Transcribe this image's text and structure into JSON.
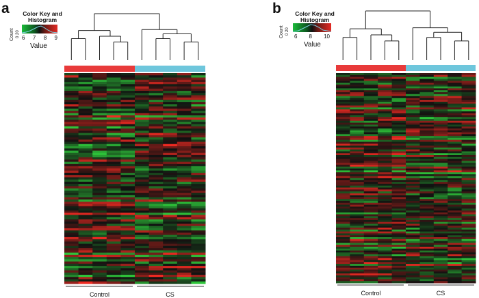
{
  "panels": [
    {
      "letter": "a",
      "color_key": {
        "title": "Color Key and Histogram",
        "ticks": [
          "6",
          "7",
          "8",
          "9"
        ],
        "value_label": "Value",
        "count_label": "Count",
        "count_ticks": "0 20"
      },
      "groups": [
        {
          "name": "Control",
          "color": "#e83a3a"
        },
        {
          "name": "CS",
          "color": "#6ec6dc"
        }
      ],
      "columns_per_group": 5,
      "rows": 95
    },
    {
      "letter": "b",
      "color_key": {
        "title": "Color Key and Histogram",
        "ticks": [
          "6",
          "8",
          "10"
        ],
        "value_label": "Value",
        "count_label": "Count",
        "count_ticks": "0 20"
      },
      "groups": [
        {
          "name": "Control",
          "color": "#e83a3a"
        },
        {
          "name": "CS",
          "color": "#6ec6dc"
        }
      ],
      "columns_per_group": 5,
      "rows": 110
    }
  ],
  "colors": {
    "low": "#2ec43a",
    "mid": "#111111",
    "high": "#ee2a22"
  }
}
